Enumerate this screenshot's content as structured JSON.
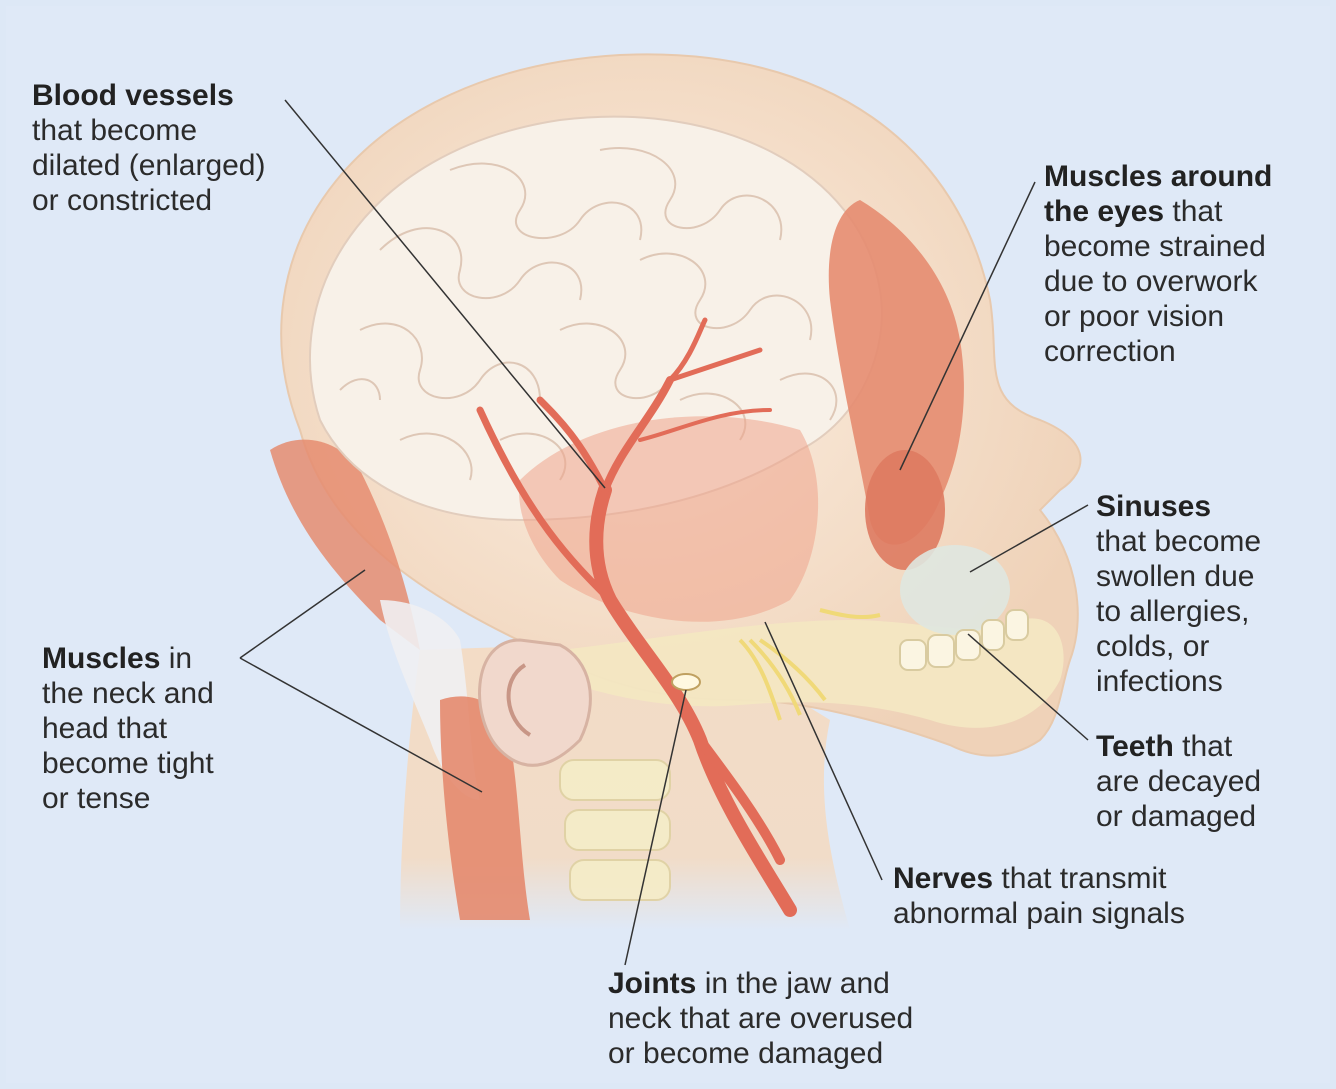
{
  "colors": {
    "background": "#dfe9f7",
    "skin": "#f6e6d2",
    "brain": "#f8f2ea",
    "muscle": "#e58c70",
    "artery": "#e26c58",
    "bone": "#f3e9c6",
    "leader_line": "#333333"
  },
  "labels": {
    "blood_vessels": {
      "bold": "Blood vessels",
      "rest": [
        "that become",
        "dilated (enlarged)",
        "or constricted"
      ]
    },
    "eye_muscles": {
      "bold1": "Muscles around",
      "bold2": "the eyes",
      "rest_inline": " that",
      "rest": [
        "become strained",
        "due to overwork",
        "or poor vision",
        "correction"
      ]
    },
    "sinuses": {
      "bold": "Sinuses",
      "rest": [
        "that become",
        "swollen due",
        "to allergies,",
        "colds, or",
        "infections"
      ]
    },
    "teeth": {
      "bold": "Teeth",
      "rest_inline": " that",
      "rest": [
        "are decayed",
        "or damaged"
      ]
    },
    "neck_muscles": {
      "bold": "Muscles",
      "rest_inline": " in",
      "rest": [
        "the neck and",
        "head that",
        "become tight",
        "or tense"
      ]
    },
    "nerves": {
      "bold": "Nerves",
      "rest_inline": " that transmit",
      "rest": [
        "abnormal pain signals"
      ]
    },
    "joints": {
      "bold": "Joints",
      "rest_inline": " in the jaw and",
      "rest": [
        "neck that are overused",
        "or become damaged"
      ]
    }
  }
}
